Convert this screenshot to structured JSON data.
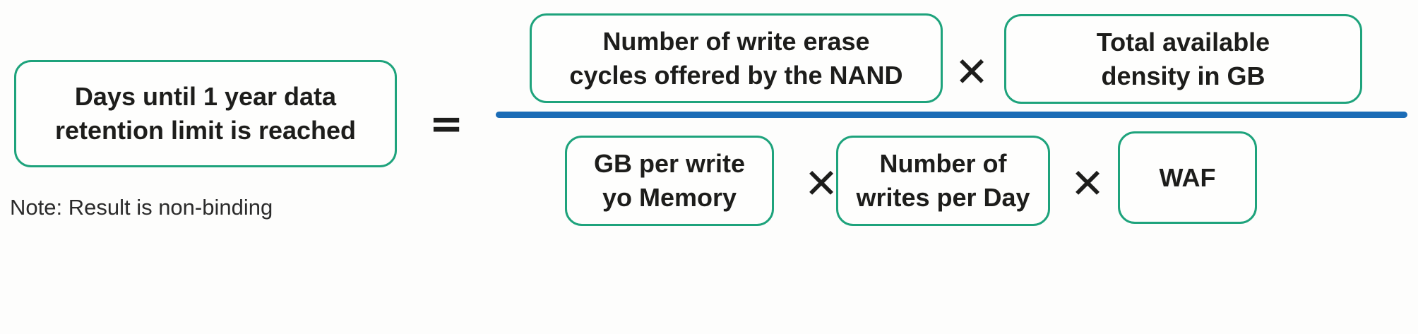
{
  "result_box": {
    "line1": "Days until 1 year data",
    "line2": "retention limit is reached"
  },
  "note": "Note: Result is non-binding",
  "operators": {
    "equals": "=",
    "times": "✕"
  },
  "fraction": {
    "numerator": {
      "term1": {
        "line1": "Number of write erase",
        "line2": "cycles offered by the NAND"
      },
      "term2": {
        "line1": "Total available",
        "line2": "density in GB"
      }
    },
    "denominator": {
      "term1": {
        "line1": "GB per write",
        "line2": "yo Memory"
      },
      "term2": {
        "line1": "Number of",
        "line2": "writes per Day"
      },
      "term3": {
        "line1": "WAF"
      }
    }
  },
  "colors": {
    "box_border": "#1ea37c",
    "fraction_line": "#1b6cb6",
    "text": "#1d1d1b",
    "background": "#fdfdfc"
  }
}
